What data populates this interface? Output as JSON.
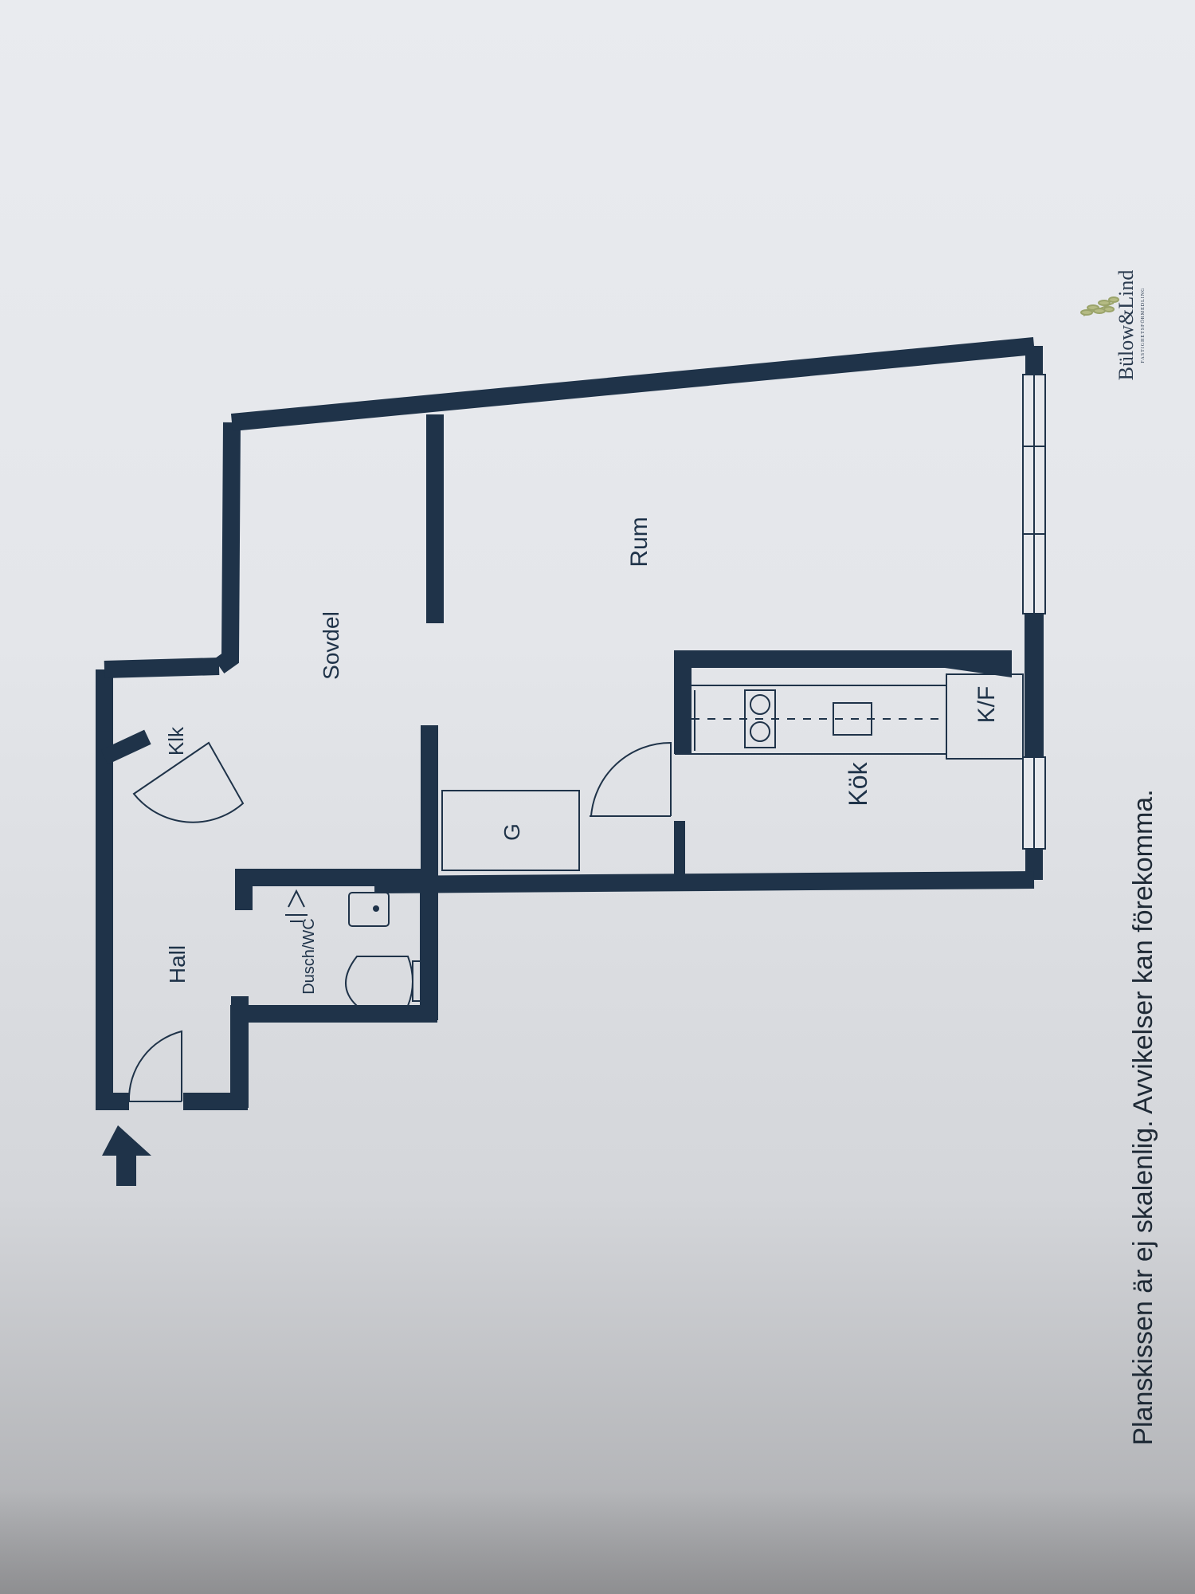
{
  "rooms": {
    "hall": "Hall",
    "klk": "Klk",
    "sovdel": "Sovdel",
    "rum": "Rum",
    "dusch_wc": "Dusch/WC",
    "g": "G",
    "kok": "Kök",
    "kf": "K/F"
  },
  "footer": {
    "disclaimer": "Planskissen är ej skalenlig. Avvikelser kan förekomma."
  },
  "logo": {
    "brand": "Bülow&Lind",
    "tagline": "FASTIGHETSFÖRMEDLING"
  },
  "colors": {
    "wall": "#1f3349",
    "paper": "#e6e8ec",
    "logo_text": "#2b3b4f",
    "logo_leaf": "#9aa36a"
  }
}
